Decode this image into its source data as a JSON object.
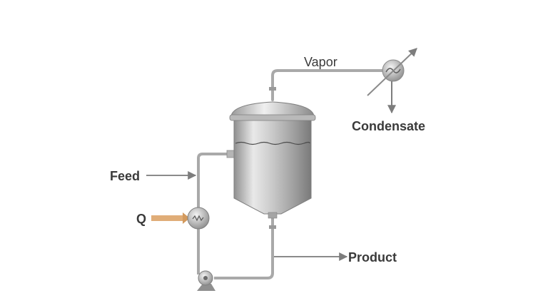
{
  "labels": {
    "vapor": "Vapor",
    "condensate": "Condensate",
    "feed": "Feed",
    "heat": "Q",
    "product": "Product"
  },
  "colors": {
    "pipe": "#a9a9a9",
    "pipe_dark": "#7d7d7d",
    "steel_light": "#e6e6e6",
    "steel_dark": "#8c8c8c",
    "heater_arrow": "#d9a066",
    "text": "#3a3a3a"
  }
}
